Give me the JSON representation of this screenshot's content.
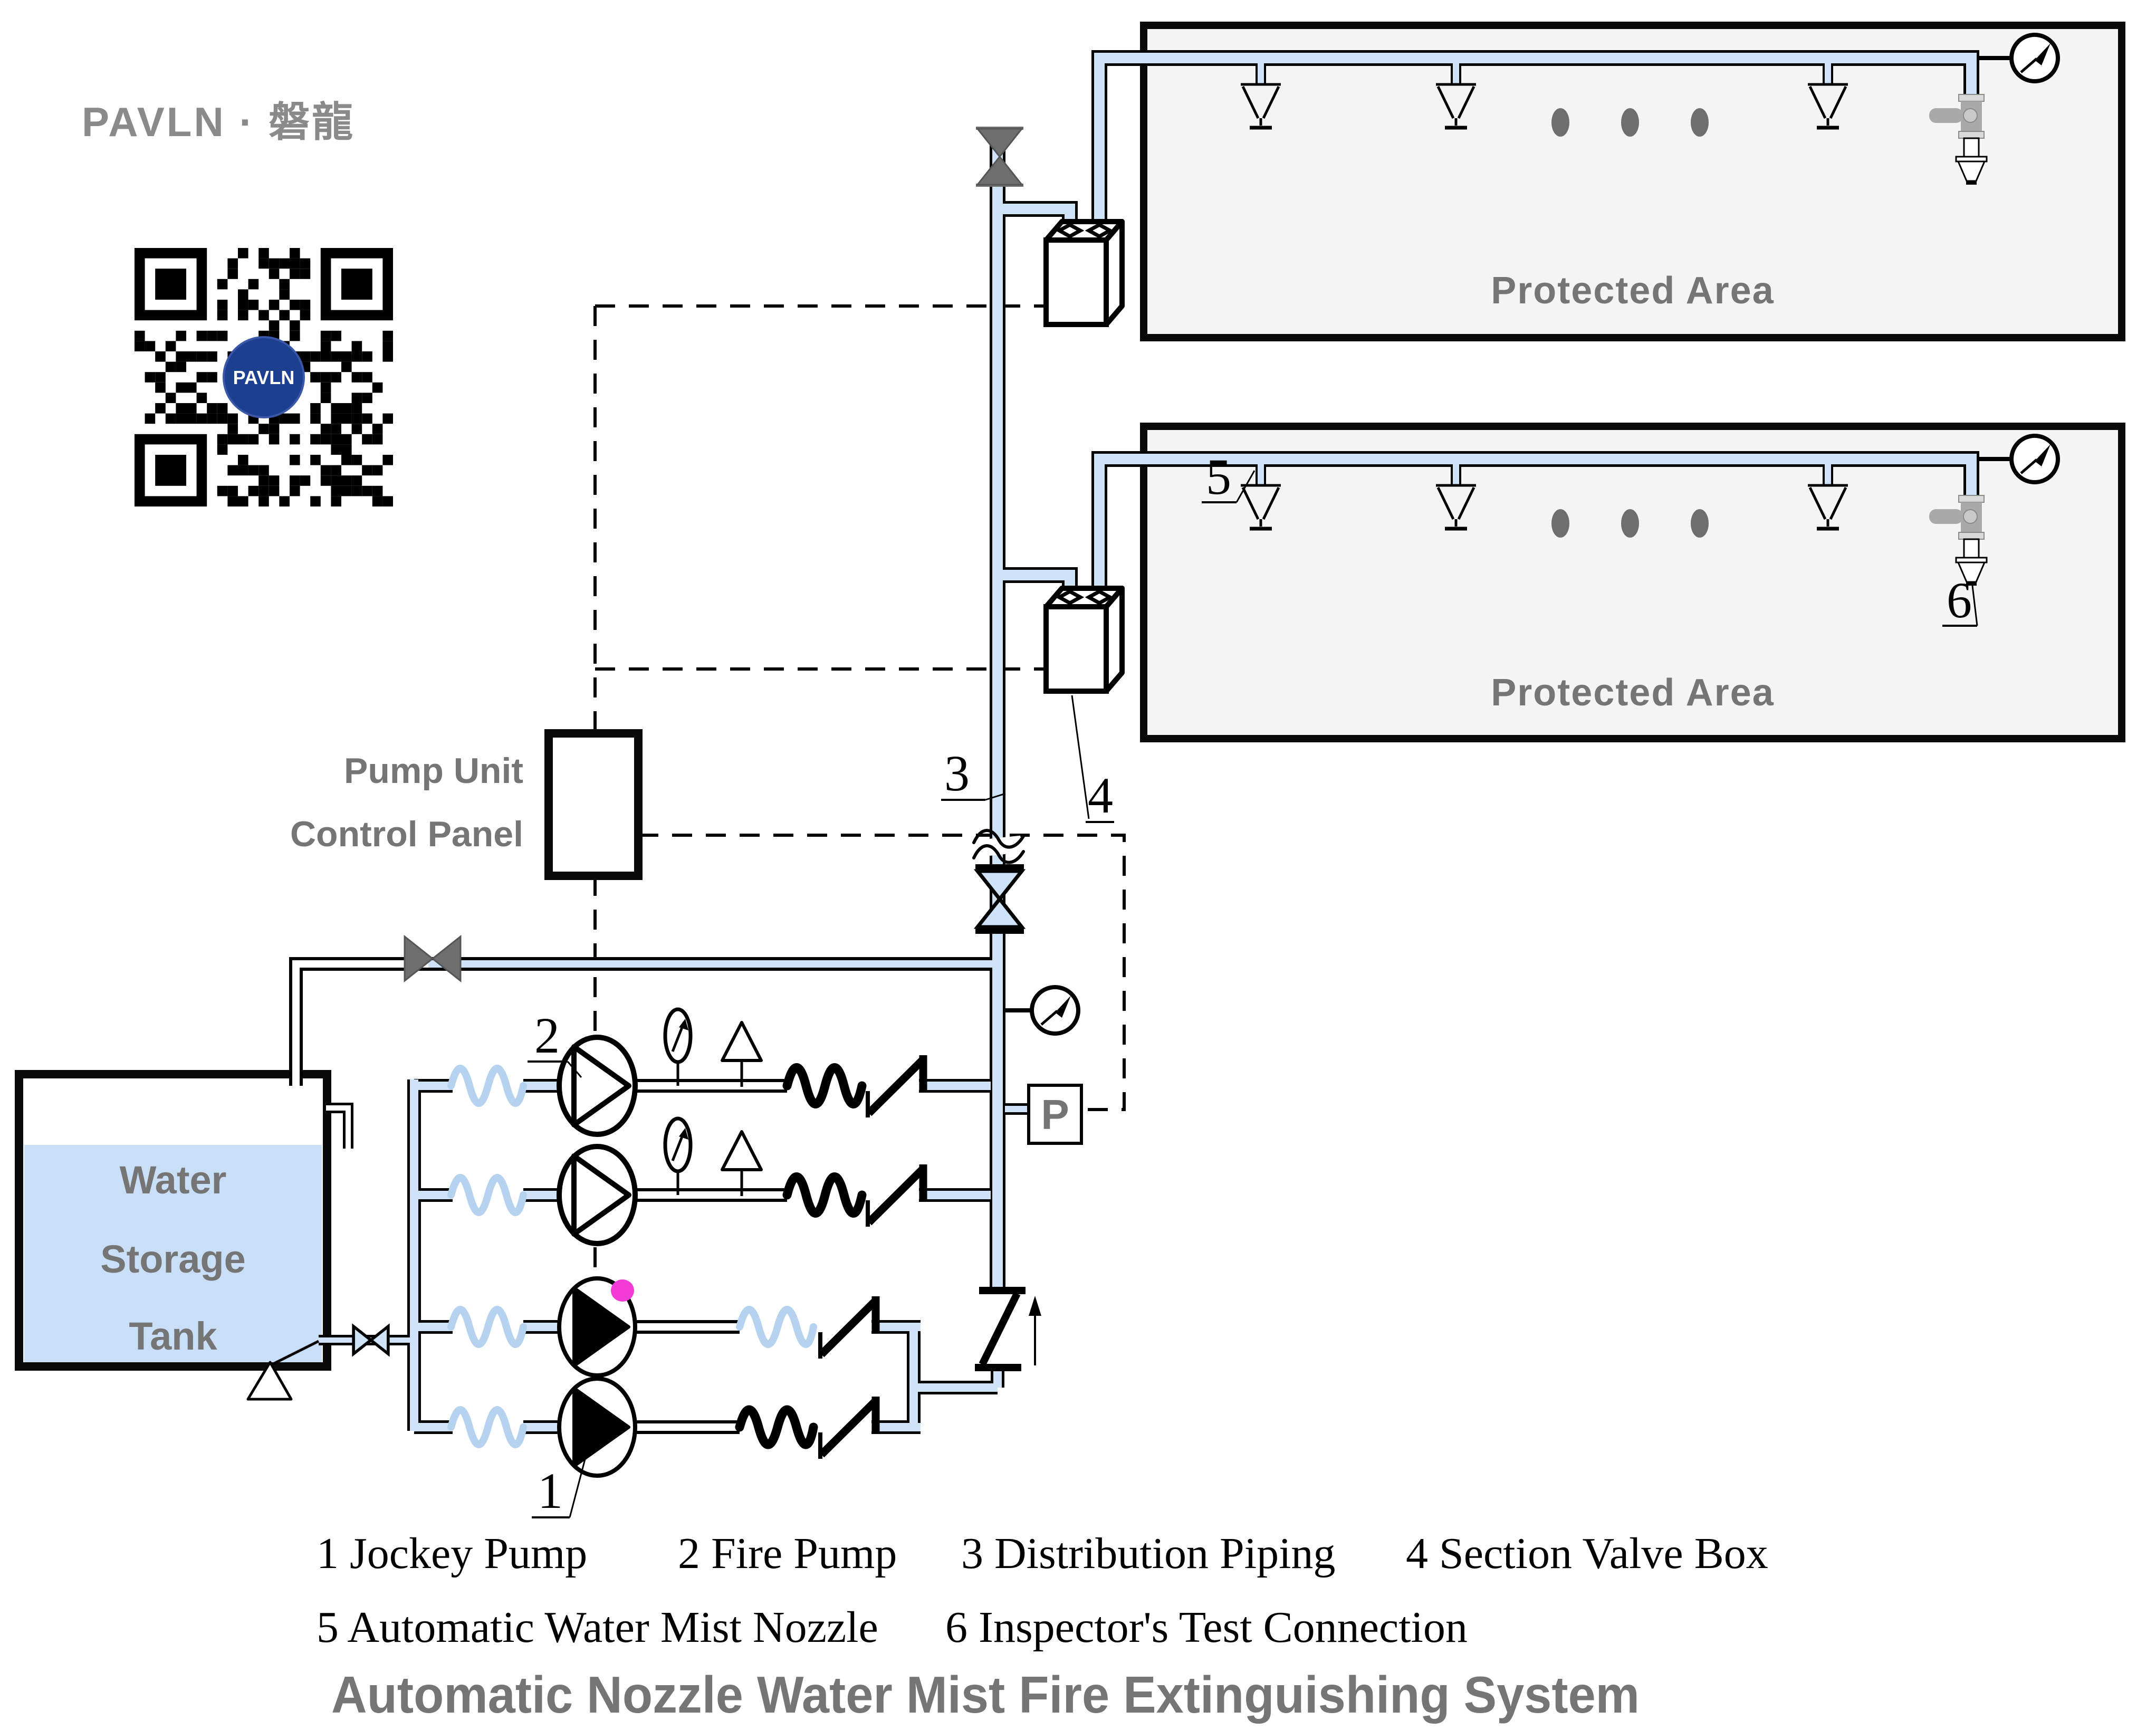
{
  "logo": "PAVLN · 磐龍",
  "qr": {
    "center_label": "PAVLN"
  },
  "protected_area_label": "Protected Area",
  "pump_panel": {
    "line1": "Pump Unit",
    "line2": "Control Panel"
  },
  "tank": {
    "line1": "Water",
    "line2": "Storage",
    "line3": "Tank"
  },
  "pressure_switch_label": "P",
  "callouts": {
    "c1": "1",
    "c2": "2",
    "c3": "3",
    "c4": "4",
    "c5": "5",
    "c6": "6"
  },
  "legend": {
    "row1": [
      {
        "text": "1 Jockey Pump"
      },
      {
        "text": "2 Fire Pump"
      },
      {
        "text": "3 Distribution Piping"
      },
      {
        "text": "4 Section Valve Box"
      }
    ],
    "row2": [
      {
        "text": "5 Automatic Water Mist Nozzle"
      },
      {
        "text": "6 Inspector's Test Connection"
      }
    ]
  },
  "title": "Automatic Nozzle Water Mist Fire Extinguishing System",
  "colors": {
    "pipe_fill": "#cfe3f8",
    "flex_blue": "#b5d2ef",
    "water": "#c9dff7",
    "area_fill": "#f4f4f4",
    "dev_gray": "#6e6e6e",
    "text_gray": "#757575",
    "qr_blue": "#1d3f8f",
    "pink": "#f23bd4"
  }
}
